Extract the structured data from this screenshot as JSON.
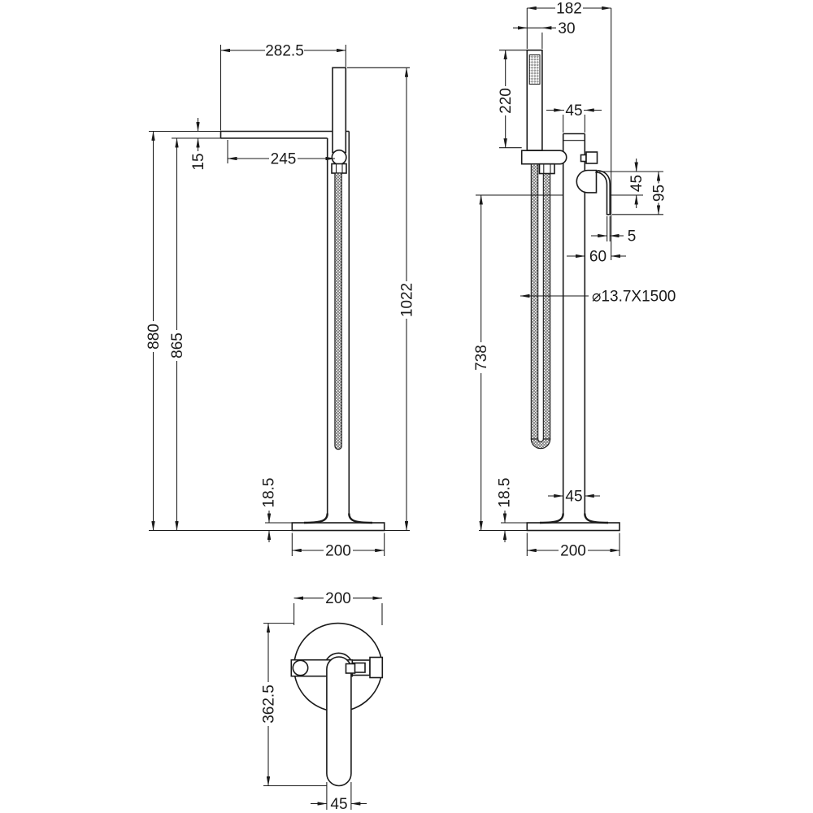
{
  "style": {
    "line_color": "#1a1a1a",
    "background": "#ffffff"
  },
  "views": {
    "side": {
      "dims": {
        "spout_to_handset": "282.5",
        "spout_thickness": "15",
        "spout_reach": "245",
        "overall_height": "1022",
        "spout_top_height": "880",
        "spout_bottom_height": "865",
        "base_thickness": "18.5",
        "base_diameter": "200"
      }
    },
    "front": {
      "dims": {
        "handset_offset": "182",
        "handset_width": "30",
        "handset_length": "220",
        "column_width_upper": "45",
        "handle_drop": "45",
        "handle_height": "95",
        "lever_offset": "5",
        "handle_projection": "60",
        "hose_spec": "⌀13.7X1500",
        "handle_floor_height": "738",
        "base_thickness": "18.5",
        "column_width_lower": "45",
        "base_diameter": "200"
      }
    },
    "plan": {
      "dims": {
        "base_diameter": "200",
        "overall_projection": "362.5",
        "spout_width": "45"
      }
    }
  }
}
